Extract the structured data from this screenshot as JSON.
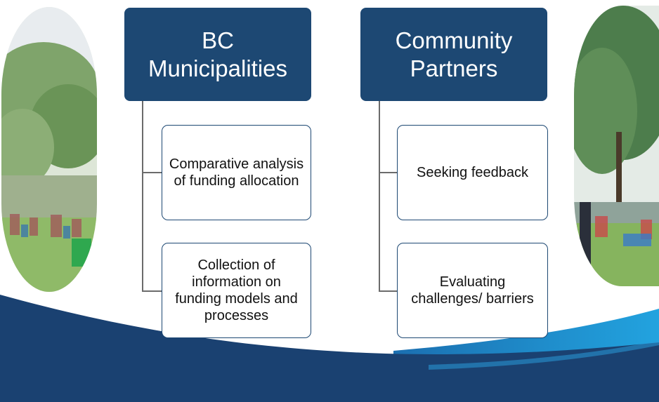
{
  "diagram": {
    "left_branch": {
      "title": "BC\nMunicipalities",
      "children": [
        "Comparative analysis of funding allocation",
        "Collection of information on funding models and processes"
      ]
    },
    "right_branch": {
      "title": "Community\nPartners",
      "children": [
        "Seeking feedback",
        "Evaluating challenges/ barriers"
      ]
    }
  },
  "colors": {
    "header_fill": "#1d4873",
    "box_border": "#1d4873",
    "wave_dark": "#1a4171",
    "wave_light": "#1f8fd0"
  }
}
